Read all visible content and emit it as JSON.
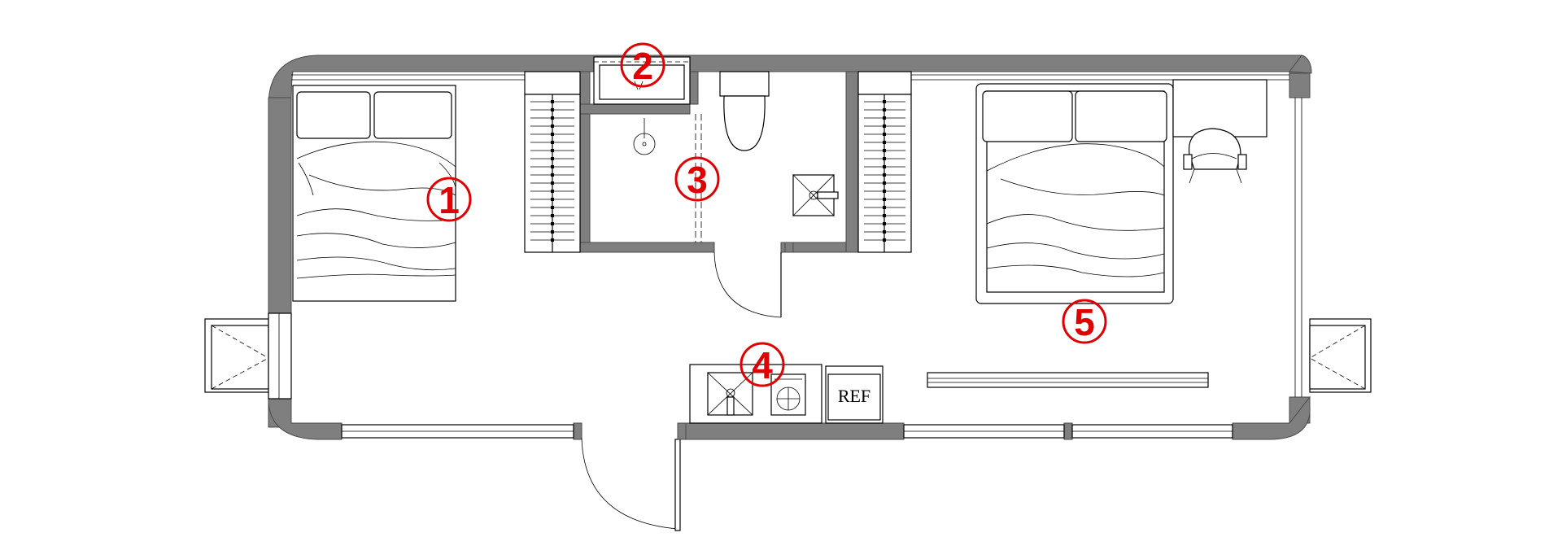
{
  "markers": [
    {
      "id": "marker-1",
      "label": "1"
    },
    {
      "id": "marker-2",
      "label": "2"
    },
    {
      "id": "marker-3",
      "label": "3"
    },
    {
      "id": "marker-4",
      "label": "4"
    },
    {
      "id": "marker-5",
      "label": "5"
    }
  ],
  "fixtures": {
    "ref_label": "REF"
  },
  "colors": {
    "wall": "#7f7f7f",
    "marker": "#e00000"
  }
}
